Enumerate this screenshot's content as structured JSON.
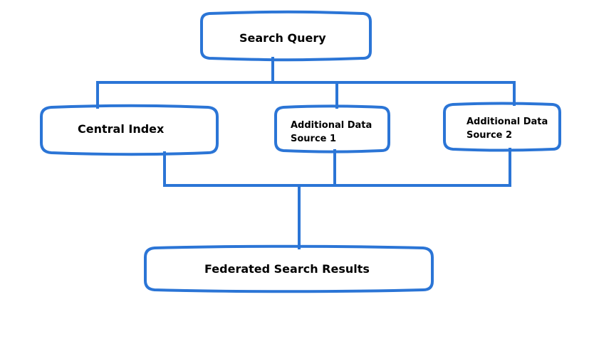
{
  "diagram": {
    "colors": {
      "stroke": "#2b75d6",
      "text": "#000000",
      "background": "#ffffff"
    },
    "nodes": {
      "search_query": {
        "lines": [
          "Search Query"
        ]
      },
      "central_index": {
        "lines": [
          "Central Index"
        ]
      },
      "source_1": {
        "lines": [
          "Additional Data",
          "Source 1"
        ]
      },
      "source_2": {
        "lines": [
          "Additional Data",
          "Source 2"
        ]
      },
      "results": {
        "lines": [
          "Federated Search Results"
        ]
      }
    }
  }
}
